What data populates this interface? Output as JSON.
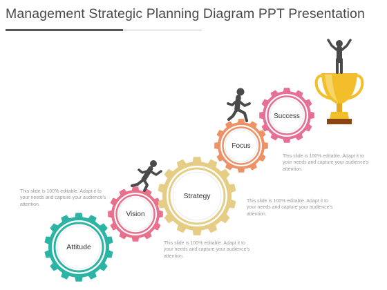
{
  "title": "Management Strategic Planning Diagram PPT Presentation",
  "gears": [
    {
      "label": "Attitude",
      "color": "#2bb3a3"
    },
    {
      "label": "Vision",
      "color": "#e8708c"
    },
    {
      "label": "Strategy",
      "color": "#e6cd85"
    },
    {
      "label": "Focus",
      "color": "#ef9166"
    },
    {
      "label": "Success",
      "color": "#e66f95"
    }
  ],
  "notes": [
    {
      "text": "This slide is 100% editable. Adapt it to your needs and capture your audience's attention."
    },
    {
      "text": "This slide is 100% editable. Adapt it to your needs and capture your audience's attention."
    },
    {
      "text": "This slide is 100% editable. Adapt it to your needs and capture your audience's attention."
    },
    {
      "text": "This slide is 100% editable. Adapt it to your needs and capture your audience's attention."
    }
  ],
  "icons": [
    "running-person-icon",
    "running-person-icon",
    "trophy-icon",
    "victory-person-icon"
  ],
  "colors": {
    "title": "#4a4a4a",
    "figure": "#4a4a4a",
    "trophy": "#f2bf2a",
    "trophy_base": "#8b4513",
    "note": "#9a9a9a"
  }
}
